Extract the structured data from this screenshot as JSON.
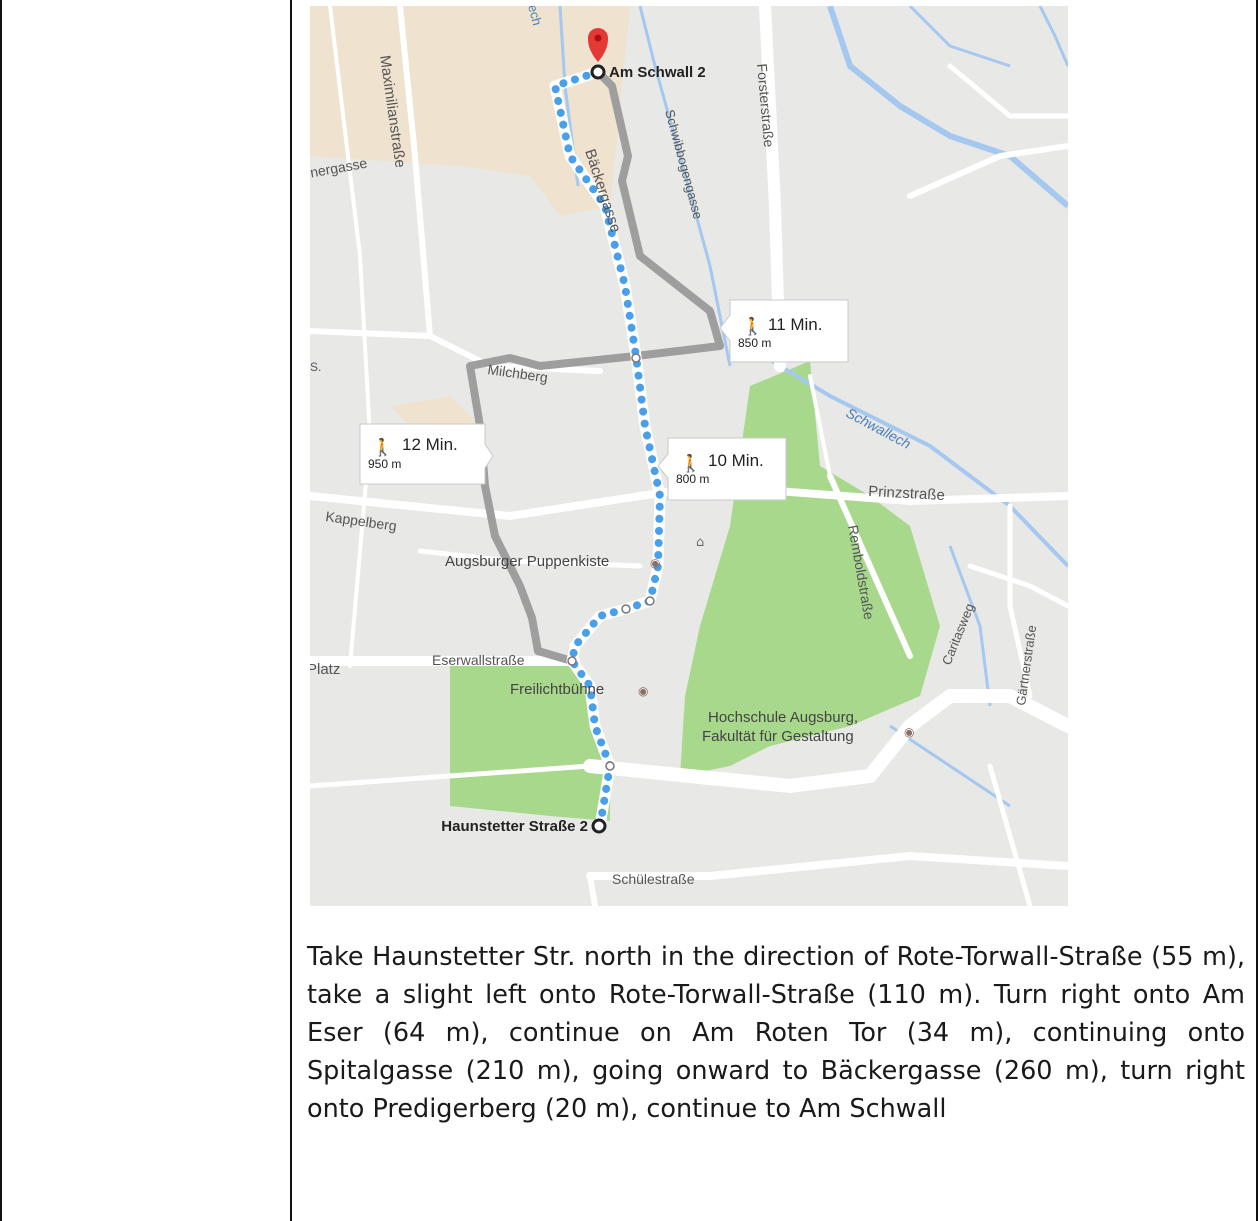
{
  "map": {
    "destination_label": "Am Schwall 2",
    "origin_label": "Haunstetter Straße 2",
    "routes": [
      {
        "time": "11 Min.",
        "distance": "850 m"
      },
      {
        "time": "12 Min.",
        "distance": "950 m"
      },
      {
        "time": "10 Min.",
        "distance": "800 m"
      }
    ],
    "streets": {
      "maximilianstrasse": "Maximilianstraße",
      "inergasse": "inergasse",
      "baeckergasse": "Bäckergasse",
      "schwibbogengasse": "Schwibbogengasse",
      "forsterstrasse": "Forsterstraße",
      "milchberg": "Milchberg",
      "schwallech": "Schwallech",
      "prinzstrasse": "Prinzstraße",
      "kappelberg": "Kappelberg",
      "remboldstrasse": "Remboldstraße",
      "caritasweg": "Caritasweg",
      "gaertnerstrasse": "Gärtnerstraße",
      "eserwallstrasse": "Eserwallstraße",
      "platz": "Platz",
      "schuelestrasse": "Schülestraße",
      "ech": "ech",
      "s": "S."
    },
    "places": {
      "puppenkiste": "Augsburger Puppenkiste",
      "freilichtbuehne": "Freilichtbühne",
      "hochschule_line1": "Hochschule Augsburg,",
      "hochschule_line2": "Fakultät für Gestaltung"
    },
    "colors": {
      "selected_route": "#4a9fea",
      "alt_route": "#9e9e9e",
      "park": "#a8d88c",
      "water": "#a5c8f0",
      "marker": "#e53935"
    }
  },
  "description": "Take Haunstetter Str. north in the direction of  Rote-Torwall-Straße  (55  m), take a slight left onto Rote-Torwall-Straße (110  m). Turn right onto  Am Eser (64  m), continue on Am Roten Tor (34  m), continuing onto  Spitalgasse (210  m), going onward to Bäckergasse (260  m), turn right onto Predigerberg (20  m), continue to  Am Schwall"
}
